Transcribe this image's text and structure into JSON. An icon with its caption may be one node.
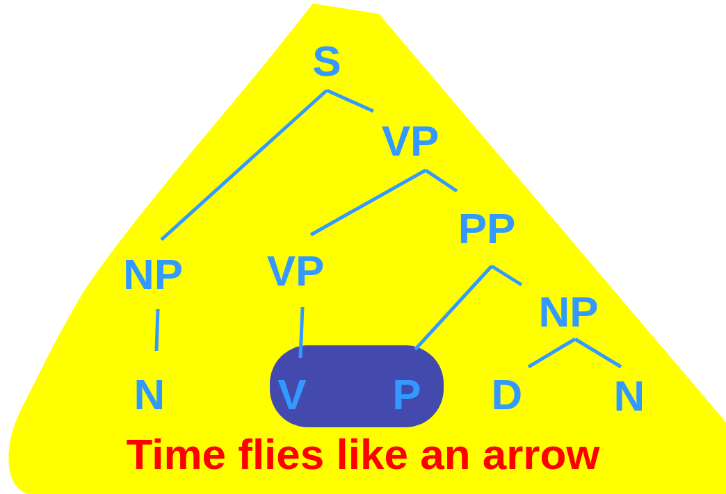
{
  "diagram": {
    "nodes": [
      {
        "text": [
          "S"
        ]
      },
      {
        "text": [
          "VP"
        ]
      },
      {
        "text": [
          "PP"
        ]
      },
      {
        "text": [
          "NP"
        ]
      },
      {
        "text": [
          "VP"
        ]
      },
      {
        "text": [
          "NP"
        ]
      },
      {
        "text": [
          "N"
        ]
      },
      {
        "text": [
          "V"
        ]
      },
      {
        "text": [
          "P"
        ]
      },
      {
        "text": [
          "D"
        ]
      },
      {
        "text": [
          "N"
        ]
      }
    ],
    "edges": [
      {
        "from": 0,
        "to": 3,
        "arrow": "none"
      },
      {
        "from": 0,
        "to": 1,
        "arrow": "none"
      },
      {
        "from": 1,
        "to": 4,
        "arrow": "none"
      },
      {
        "from": 1,
        "to": 2,
        "arrow": "none"
      },
      {
        "from": 2,
        "to": 8,
        "arrow": "none"
      },
      {
        "from": 2,
        "to": 5,
        "arrow": "none"
      },
      {
        "from": 3,
        "to": 6,
        "arrow": "none"
      },
      {
        "from": 4,
        "to": 7,
        "arrow": "none"
      },
      {
        "from": 5,
        "to": 9,
        "arrow": "none"
      },
      {
        "from": 5,
        "to": 10,
        "arrow": "none"
      }
    ],
    "labels": [
      "Time flies like an arrow"
    ]
  }
}
